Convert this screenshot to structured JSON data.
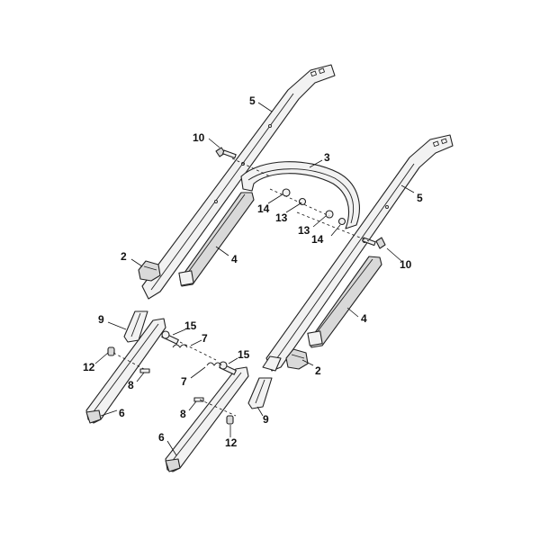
{
  "diagram": {
    "callouts": [
      {
        "id": "c5a",
        "text": "5"
      },
      {
        "id": "c10a",
        "text": "10"
      },
      {
        "id": "c3",
        "text": "3"
      },
      {
        "id": "c5b",
        "text": "5"
      },
      {
        "id": "c14a",
        "text": "14"
      },
      {
        "id": "c13a",
        "text": "13"
      },
      {
        "id": "c13b",
        "text": "13"
      },
      {
        "id": "c14b",
        "text": "14"
      },
      {
        "id": "c10b",
        "text": "10"
      },
      {
        "id": "c2a",
        "text": "2"
      },
      {
        "id": "c4a",
        "text": "4"
      },
      {
        "id": "c4b",
        "text": "4"
      },
      {
        "id": "c9a",
        "text": "9"
      },
      {
        "id": "c15a",
        "text": "15"
      },
      {
        "id": "c7a",
        "text": "7"
      },
      {
        "id": "c12a",
        "text": "12"
      },
      {
        "id": "c8a",
        "text": "8"
      },
      {
        "id": "c15b",
        "text": "15"
      },
      {
        "id": "c2b",
        "text": "2"
      },
      {
        "id": "c7b",
        "text": "7"
      },
      {
        "id": "c6a",
        "text": "6"
      },
      {
        "id": "c8b",
        "text": "8"
      },
      {
        "id": "c9b",
        "text": "9"
      },
      {
        "id": "c6b",
        "text": "6"
      },
      {
        "id": "c12b",
        "text": "12"
      }
    ]
  }
}
